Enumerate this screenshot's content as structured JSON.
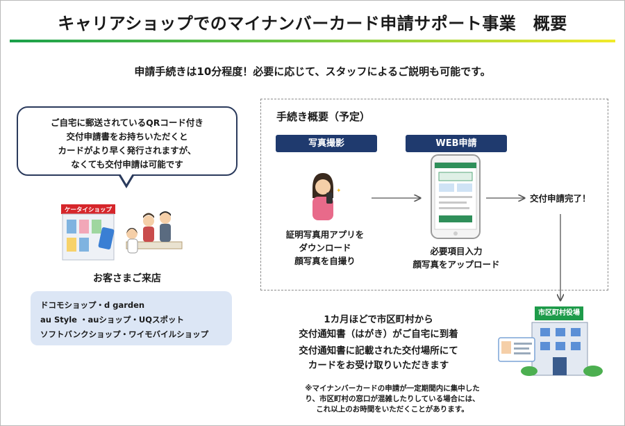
{
  "title": "キャリアショップでのマイナンバーカード申請サポート事業　概要",
  "lead": "申請手続きは10分程度！必要に応じて、スタッフによるご説明も可能です。",
  "bubble": {
    "lines": [
      "ご自宅に郵送されているQRコード付き",
      "交付申請書をお持ちいただくと",
      "カードがより早く発行されますが、",
      "なくても交付申請は可能です"
    ]
  },
  "shop_sign": "ケータイショップ",
  "visit": "お客さまご来店",
  "shops": [
    "ドコモショップ・d garden",
    "au Style ・auショップ・UQスポット",
    "ソフトバンクショップ・ワイモバイルショップ"
  ],
  "process": {
    "title": "手続き概要（予定）",
    "step_photo": {
      "label": "写真撮影",
      "lines": [
        "証明写真用アプリを",
        "ダウンロード",
        "顔写真を自撮り"
      ]
    },
    "step_web": {
      "label": "WEB申請",
      "lines": [
        "必要項目入力",
        "顔写真をアップロード"
      ]
    },
    "complete": "交付申請完了！"
  },
  "cityhall_sign": "市区町村役場",
  "notice1": [
    "1カ月ほどで市区町村から",
    "交付通知書（はがき）がご自宅に到着"
  ],
  "notice2": [
    "交付通知書に記載された交付場所にて",
    "カードをお受け取りいただきます"
  ],
  "note": [
    "※マイナンバーカードの申請が一定期間内に集中した",
    "り、市区町村の窓口が混雑したりしている場合には、",
    "これ以上のお時間をいただくことがあります。"
  ],
  "colors": {
    "step_label_bg": "#1f3a6e",
    "shops_bg": "#dce6f5",
    "cityhall_green": "#1e9b4a"
  }
}
